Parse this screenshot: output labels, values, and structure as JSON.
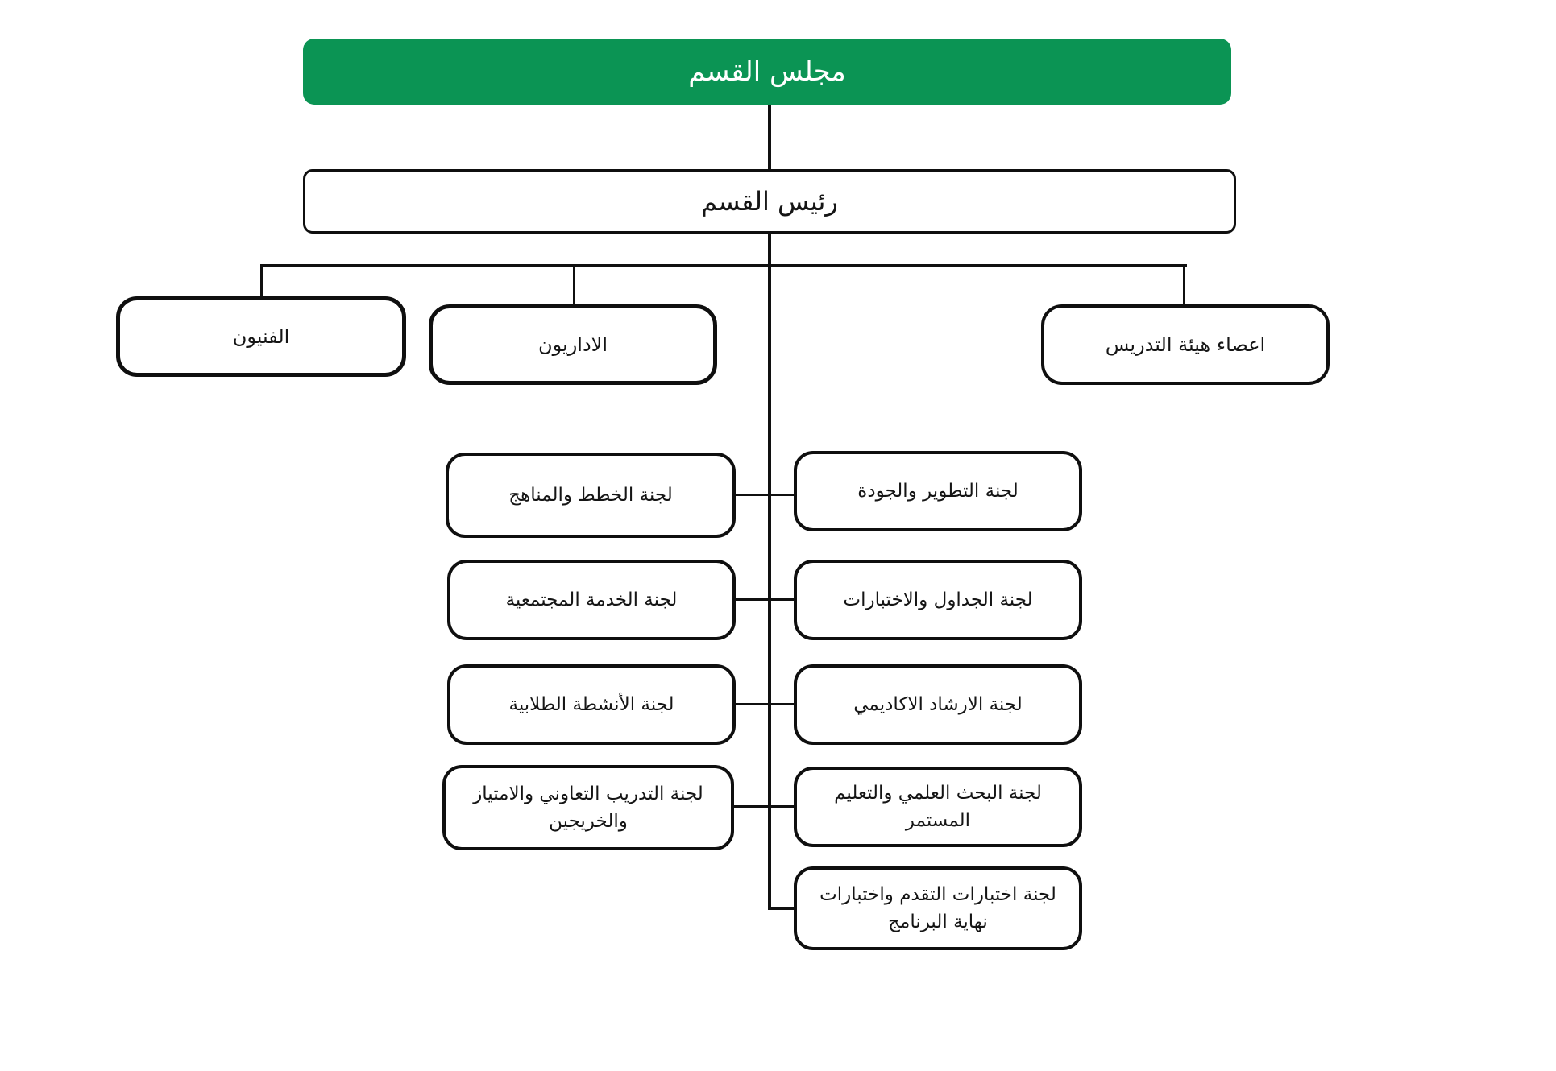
{
  "org": {
    "root": "مجلس القسم",
    "head": "رئيس القسم",
    "groups": [
      "الفنيون",
      "الاداريون",
      "اعصاء هيئة التدريس"
    ],
    "left_committees": [
      "لجنة الخطط والمناهج",
      "لجنة الخدمة المجتمعية",
      "لجنة الأنشطة الطلابية",
      "لجنة التدريب التعاوني والامتياز والخريجين"
    ],
    "right_committees": [
      "لجنة التطوير والجودة",
      "لجنة الجداول والاختبارات",
      "لجنة الارشاد الاكاديمي",
      "لجنة البحث العلمي والتعليم المستمر",
      "لجنة اختبارات التقدم واختبارات نهاية البرنامج"
    ]
  },
  "colors": {
    "root_bg": "#0b9454",
    "root_text": "#ffffff",
    "border": "#0f0f0f",
    "line": "#101010",
    "background": "#ffffff"
  }
}
